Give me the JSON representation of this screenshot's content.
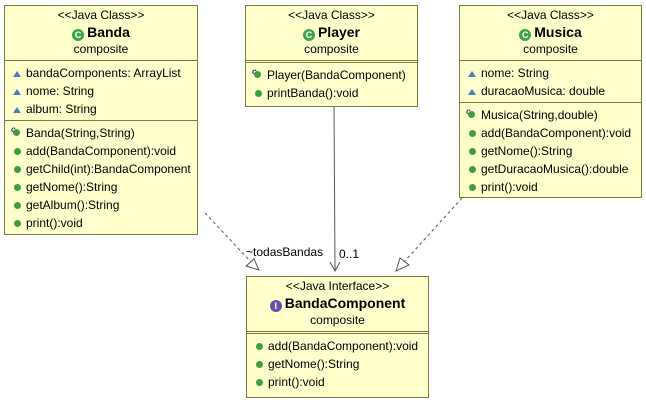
{
  "classes": {
    "banda": {
      "stereotype": "<<Java Class>>",
      "name": "Banda",
      "package": "composite",
      "attributes": [
        "bandaComponents: ArrayList",
        "nome: String",
        "album: String"
      ],
      "constructor": "Banda(String,String)",
      "methods": [
        "add(BandaComponent):void",
        "getChild(int):BandaComponent",
        "getNome():String",
        "getAlbum():String",
        "print():void"
      ]
    },
    "player": {
      "stereotype": "<<Java Class>>",
      "name": "Player",
      "package": "composite",
      "constructor": "Player(BandaComponent)",
      "methods": [
        "printBanda():void"
      ]
    },
    "musica": {
      "stereotype": "<<Java Class>>",
      "name": "Musica",
      "package": "composite",
      "attributes": [
        "nome: String",
        "duracaoMusica: double"
      ],
      "constructor": "Musica(String,double)",
      "methods": [
        "add(BandaComponent):void",
        "getNome():String",
        "getDuracaoMusica():double",
        "print():void"
      ]
    },
    "bandaComponent": {
      "stereotype": "<<Java Interface>>",
      "name": "BandaComponent",
      "package": "composite",
      "methods": [
        "add(BandaComponent):void",
        "getNome():String",
        "print():void"
      ]
    }
  },
  "relations": {
    "association_role": "~todasBandas",
    "association_multiplicity": "0..1"
  },
  "icons": {
    "class_icon": "class-c-icon",
    "interface_icon": "interface-i-icon",
    "attribute_icon": "package-triangle-icon",
    "method_icon": "public-dot-icon",
    "constructor_icon": "constructor-icon"
  },
  "colors": {
    "class_fill": "#ffffcc",
    "class_border": "#7a7a3a",
    "class_icon": "#3aa44a",
    "interface_icon": "#6a4fa6",
    "attribute_icon": "#4c7db8",
    "method_icon": "#3f9d3f"
  }
}
